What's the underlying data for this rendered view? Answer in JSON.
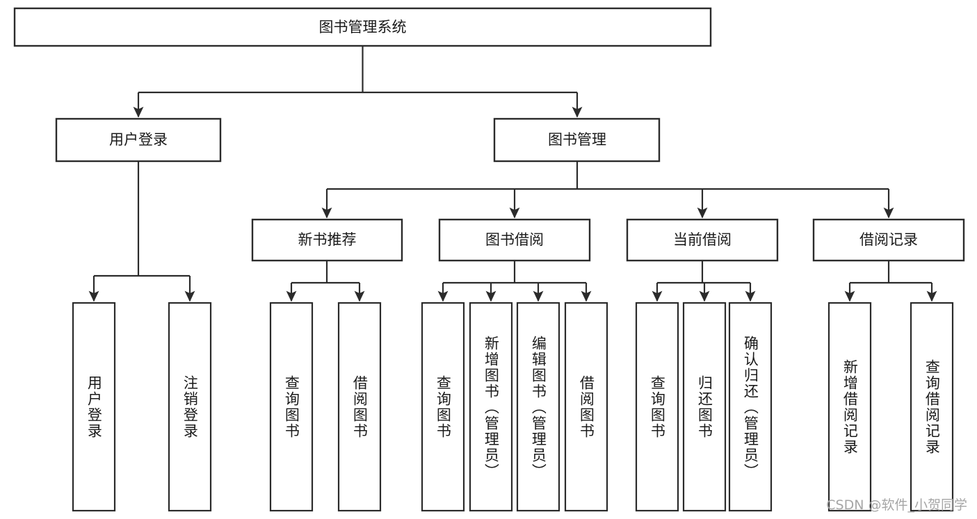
{
  "diagram": {
    "title": "图书管理系统",
    "watermark": "CSDN @软件_小贺同学",
    "colors": {
      "stroke": "#2b2b2b",
      "fill": "#ffffff",
      "text": "#1a1a1a",
      "watermark": "#a6a6a6"
    },
    "levels": {
      "root": {
        "label": "图书管理系统"
      },
      "level2": [
        {
          "label": "用户登录"
        },
        {
          "label": "图书管理"
        }
      ],
      "level3": [
        {
          "label": "新书推荐"
        },
        {
          "label": "图书借阅"
        },
        {
          "label": "当前借阅"
        },
        {
          "label": "借阅记录"
        }
      ],
      "leaves": {
        "user_login": [
          {
            "label": "用户登录"
          },
          {
            "label": "注销登录"
          }
        ],
        "new_book_recommend": [
          {
            "label": "查询图书"
          },
          {
            "label": "借阅图书"
          }
        ],
        "book_borrow": [
          {
            "label": "查询图书"
          },
          {
            "label": "新增图书（管理员）"
          },
          {
            "label": "编辑图书（管理员）"
          },
          {
            "label": "借阅图书"
          }
        ],
        "current_borrow": [
          {
            "label": "查询图书"
          },
          {
            "label": "归还图书"
          },
          {
            "label": "确认归还（管理员）"
          }
        ],
        "borrow_record": [
          {
            "label": "新增借阅记录"
          },
          {
            "label": "查询借阅记录"
          }
        ]
      }
    }
  }
}
